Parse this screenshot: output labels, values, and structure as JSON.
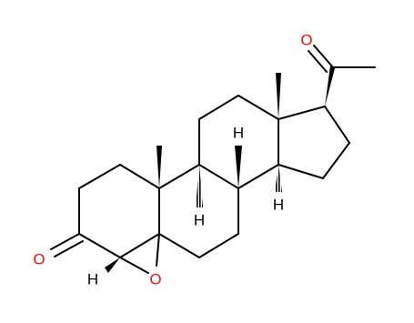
{
  "labels": {
    "ketone_o": "O",
    "acetyl_o": "O",
    "epoxide_o": "O",
    "h_c4": "H",
    "h_c8": "H",
    "h_c9": "H",
    "h_c14": "H"
  },
  "colors": {
    "oxygen": "#ff0d0d",
    "bond": "#000000",
    "background": "#ffffff"
  }
}
